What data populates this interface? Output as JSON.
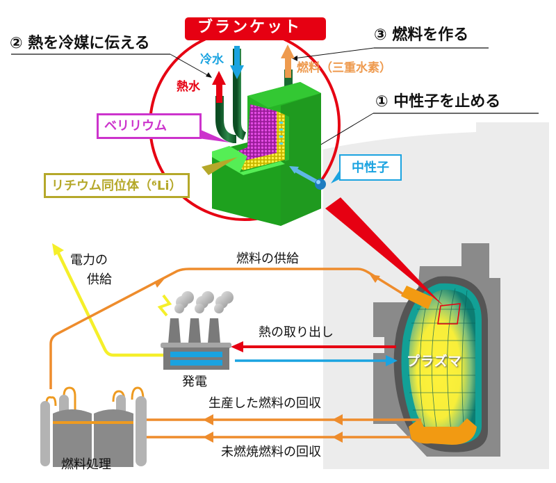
{
  "title": "ブランケット",
  "functions": {
    "stop_neutrons": "① 中性子を止める",
    "transfer_heat": "② 熱を冷媒に伝える",
    "make_fuel": "③ 燃料を作る"
  },
  "blanket_labels": {
    "cold_water": "冷水",
    "hot_water": "熱水",
    "fuel_tritium": "燃料（三重水素）",
    "beryllium": "ベリリウム",
    "lithium_isotope": "リチウム同位体（⁶Li）",
    "neutron": "中性子"
  },
  "flows": {
    "power_supply_line1": "電力の",
    "power_supply_line2": "供給",
    "fuel_supply": "燃料の供給",
    "heat_extraction": "熱の取り出し",
    "produced_fuel_recovery": "生産した燃料の回収",
    "unburned_fuel_recovery": "未燃焼燃料の回収"
  },
  "facilities": {
    "power_generation": "発電",
    "fuel_processing": "燃料処理",
    "plasma": "プラズマ"
  },
  "colors": {
    "red": "#e60012",
    "orange": "#ee8c2c",
    "yellow": "#f5ef2a",
    "blue": "#1aa3e0",
    "green": "#2db52d",
    "magenta": "#cc33cc",
    "olive": "#b5a82a",
    "teal": "#12a096",
    "gray": "#8a8a8a"
  }
}
